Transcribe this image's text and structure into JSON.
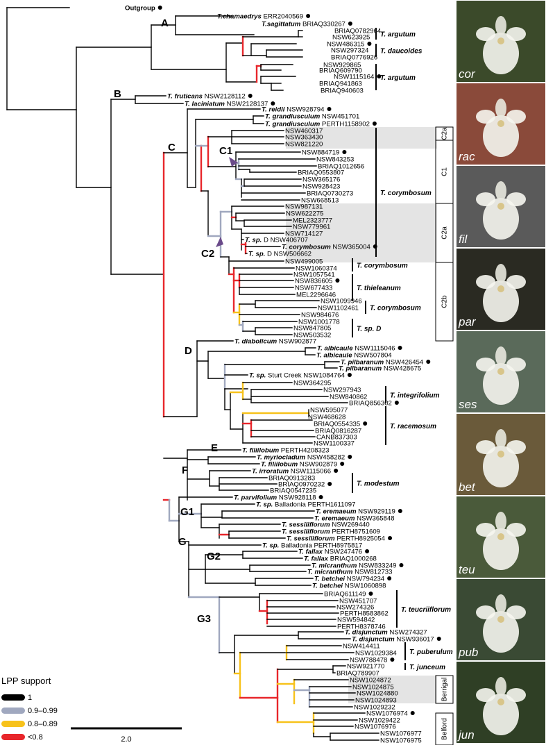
{
  "tips": [
    {
      "label": "Outgroup",
      "bold": true,
      "dot": true
    },
    {
      "label": "T.chamaedrys ERR2040569",
      "dot": true
    },
    {
      "label": "T.sagittatum BRIAQ330267",
      "dot": true
    },
    {
      "label": "BRIAQ0782964"
    },
    {
      "label": "NSW623925"
    },
    {
      "label": "NSW486315",
      "dot": true
    },
    {
      "label": "NSW297324"
    },
    {
      "label": "BRIAQ0776926"
    },
    {
      "label": "NSW929865"
    },
    {
      "label": "BRIAQ609790"
    },
    {
      "label": "NSW1115164",
      "dot": true
    },
    {
      "label": "BRIAQ941863"
    },
    {
      "label": "BRIAQ940603"
    },
    {
      "label": "T. fruticans NSW2128112",
      "dot": true
    },
    {
      "label": "T. laciniatum NSW2128137",
      "dot": true
    },
    {
      "label": "T. reidii NSW928794",
      "dot": true
    },
    {
      "label": "T. grandiusculum NSW451701"
    },
    {
      "label": "T. grandiusculum PERTH1158902",
      "dot": true
    },
    {
      "label": "NSW460317"
    },
    {
      "label": "NSW363430"
    },
    {
      "label": "NSW821220"
    },
    {
      "label": "NSW884719",
      "dot": true
    },
    {
      "label": "NSW843253"
    },
    {
      "label": "BRIAQ1012656"
    },
    {
      "label": "BRIAQ0553807"
    },
    {
      "label": "NSW365176"
    },
    {
      "label": "NSW928423"
    },
    {
      "label": "BRIAQ0730273"
    },
    {
      "label": "NSW668513"
    },
    {
      "label": "NSW987131"
    },
    {
      "label": "NSW622275"
    },
    {
      "label": "MEL2323777"
    },
    {
      "label": "NSW779961"
    },
    {
      "label": "NSW714127"
    },
    {
      "label": "T. sp. D NSW406707"
    },
    {
      "label": "T. corymbosum NSW365004",
      "dot": true
    },
    {
      "label": "T. sp. D NSW506662"
    },
    {
      "label": "NSW499005"
    },
    {
      "label": "NSW1060374"
    },
    {
      "label": "NSW1057541"
    },
    {
      "label": "NSW836605",
      "dot": true
    },
    {
      "label": "NSW677433"
    },
    {
      "label": "MEL2296646"
    },
    {
      "label": "NSW1099946"
    },
    {
      "label": "NSW1102461"
    },
    {
      "label": "NSW984676"
    },
    {
      "label": "NSW1001778"
    },
    {
      "label": "NSW847805"
    },
    {
      "label": "NSW503532"
    },
    {
      "label": "T. diabolicum NSW902877"
    },
    {
      "label": "T. albicaule NSW1115046",
      "dot": true
    },
    {
      "label": "T. albicaule NSW507804"
    },
    {
      "label": "T. pilbaranum NSW426454",
      "dot": true
    },
    {
      "label": "T. pilbaranum NSW428675"
    },
    {
      "label": "T. sp. Sturt Creek NSW1084764",
      "dot": true
    },
    {
      "label": "NSW364295"
    },
    {
      "label": "NSW297943"
    },
    {
      "label": "NSW840862"
    },
    {
      "label": "BRIAQ856302",
      "dot": true
    },
    {
      "label": "NSW595077"
    },
    {
      "label": "NSW468628"
    },
    {
      "label": "BRIAQ0554335",
      "dot": true
    },
    {
      "label": "BRIAQ0816287"
    },
    {
      "label": "CANB837303"
    },
    {
      "label": "NSW1100337"
    },
    {
      "label": "T. filiilobum PERTH4208323"
    },
    {
      "label": "T. myriocladum NSW458282",
      "dot": true
    },
    {
      "label": "T. filiilobum NSW902879",
      "dot": true
    },
    {
      "label": "T. irroratum NSW1115066",
      "dot": true
    },
    {
      "label": "BRIAQ0913283"
    },
    {
      "label": "BRIAQ0970232",
      "dot": true
    },
    {
      "label": "BRIAQ0547235"
    },
    {
      "label": "T. parvifolium NSW928118",
      "dot": true
    },
    {
      "label": "T. sp. Balladonia PERTH1611097"
    },
    {
      "label": "T. eremaeum NSW929119",
      "dot": true
    },
    {
      "label": "T. eremaeum NSW365848"
    },
    {
      "label": "T. sessiliflorum NSW269440"
    },
    {
      "label": "T. sessiliflorum PERTH8751609"
    },
    {
      "label": "T. sessiliflorum PERTH8925054",
      "dot": true
    },
    {
      "label": "T. sp. Balladonia PERTH8975817"
    },
    {
      "label": "T. fallax NSW247476",
      "dot": true
    },
    {
      "label": "T. fallax BRIAQ1000268"
    },
    {
      "label": "T. micranthum NSW833249",
      "dot": true
    },
    {
      "label": "T. micranthum NSW812733"
    },
    {
      "label": "T. betchei NSW794234",
      "dot": true
    },
    {
      "label": "T. betchei NSW1060898"
    },
    {
      "label": "BRIAQ611149",
      "dot": true
    },
    {
      "label": "NSW451707"
    },
    {
      "label": "NSW274326"
    },
    {
      "label": "PERTH8583862"
    },
    {
      "label": "NSW594842"
    },
    {
      "label": "PERTH8378746"
    },
    {
      "label": "T. disjunctum NSW274327"
    },
    {
      "label": "T. disjunctum NSW936017",
      "dot": true
    },
    {
      "label": "NSW414411"
    },
    {
      "label": "NSW1029384"
    },
    {
      "label": "NSW788478",
      "dot": true
    },
    {
      "label": "NSW921770"
    },
    {
      "label": "BRIAQ789907"
    },
    {
      "label": "NSW1024872"
    },
    {
      "label": "NSW1024875"
    },
    {
      "label": "NSW1024880"
    },
    {
      "label": "NSW1024893"
    },
    {
      "label": "NSW1029232"
    },
    {
      "label": "NSW1076974",
      "dot": true
    },
    {
      "label": "NSW1029422"
    },
    {
      "label": "NSW1076976"
    },
    {
      "label": "NSW1076977"
    },
    {
      "label": "NSW1076975"
    }
  ],
  "clades": [
    "A",
    "B",
    "C",
    "C1",
    "C2",
    "D",
    "E",
    "F",
    "G1",
    "G",
    "G2",
    "G3"
  ],
  "groups": [
    "T. argutum",
    "T. daucoides",
    "T. argutum",
    "T. corymbosum",
    "T. corymbosum",
    "T. thieleanum",
    "T. corymbosum",
    "T. sp. D",
    "T. integrifolium",
    "T. racemosum",
    "T. modestum",
    "T. teucriiflorum",
    "T. puberulum",
    "T. junceum"
  ],
  "boxes": [
    "C2a",
    "C1",
    "C2a",
    "C2b",
    "Berrigal",
    "Belford"
  ],
  "photos": [
    {
      "label": "cor",
      "color": "#3b4a2a"
    },
    {
      "label": "rac",
      "color": "#8a4a3a"
    },
    {
      "label": "fil",
      "color": "#5a5a5a"
    },
    {
      "label": "par",
      "color": "#2a2a22"
    },
    {
      "label": "ses",
      "color": "#5a6a5a"
    },
    {
      "label": "bet",
      "color": "#6a5a3a"
    },
    {
      "label": "teu",
      "color": "#4a5a3a"
    },
    {
      "label": "pub",
      "color": "#3a4a34"
    },
    {
      "label": "jun",
      "color": "#2f3f25"
    }
  ],
  "legend": {
    "title": "LPP support",
    "items": [
      {
        "label": "1",
        "color": "#000000"
      },
      {
        "label": "0.9–0.99",
        "color": "#a0a8bf"
      },
      {
        "label": "0.8–0.89",
        "color": "#f7c21b"
      },
      {
        "label": "<0.8",
        "color": "#e8262b"
      }
    ]
  },
  "scale_label": "2.0",
  "colors": {
    "branch": "#000000",
    "grey": "#a0a8bf",
    "yellow": "#f7c21b",
    "red": "#e8262b",
    "highlight": "#e4e4e4",
    "arrow": "#6a4a8a"
  }
}
